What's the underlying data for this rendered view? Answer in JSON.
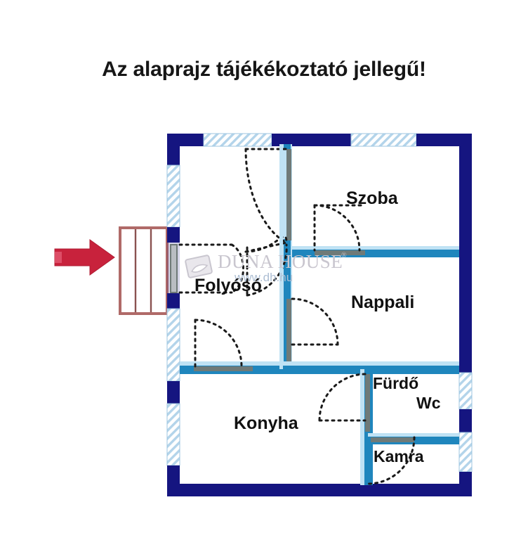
{
  "page": {
    "title_banner": "Az alaprajz tájékékoztató jellegű!",
    "background_color": "#ffffff"
  },
  "colors": {
    "exterior_wall": "#151580",
    "interior_wall": "#1f86bd",
    "interior_wall_light": "#bfe2f4",
    "window_hatch": "#b3d4ea",
    "door_leaf": "#6f7a78",
    "door_arc": "#1a1a1a",
    "arrow": "#c8223c",
    "entry_box": "#b06a68",
    "label_text": "#111111",
    "watermark": "#c9c6cf",
    "watermark_url": "#aebfd4"
  },
  "rooms": [
    {
      "id": "szoba",
      "label": "Szoba"
    },
    {
      "id": "nappali",
      "label": "Nappali"
    },
    {
      "id": "folyoso",
      "label": "Folyósó"
    },
    {
      "id": "konyha",
      "label": "Konyha"
    },
    {
      "id": "furdo",
      "label": "Fürdő"
    },
    {
      "id": "wc",
      "label": "Wc"
    },
    {
      "id": "kamra",
      "label": "Kamra"
    }
  ],
  "watermark": {
    "brand": "DUNA HOUSE",
    "registered_mark": "®",
    "url": "www.dh.hu"
  },
  "annotations": {
    "entrance_arrow": "red-arrow-pointing-right",
    "entrance_marker": "entry-stair-box"
  }
}
